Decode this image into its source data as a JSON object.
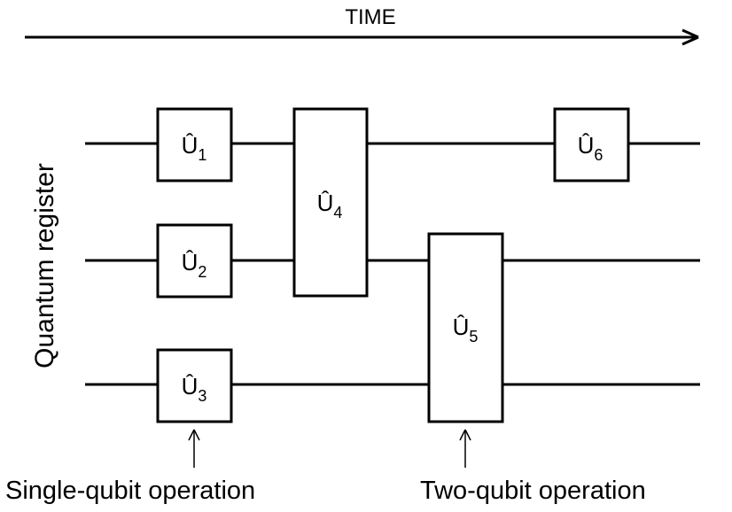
{
  "time_label": "TIME",
  "register_label": "Quantum register",
  "annotations": {
    "single": "Single-qubit operation",
    "two": "Two-qubit operation"
  },
  "gates": [
    {
      "symbol": "Û",
      "sub": "1"
    },
    {
      "symbol": "Û",
      "sub": "2"
    },
    {
      "symbol": "Û",
      "sub": "3"
    },
    {
      "symbol": "Û",
      "sub": "4"
    },
    {
      "symbol": "Û",
      "sub": "5"
    },
    {
      "symbol": "Û",
      "sub": "6"
    }
  ]
}
